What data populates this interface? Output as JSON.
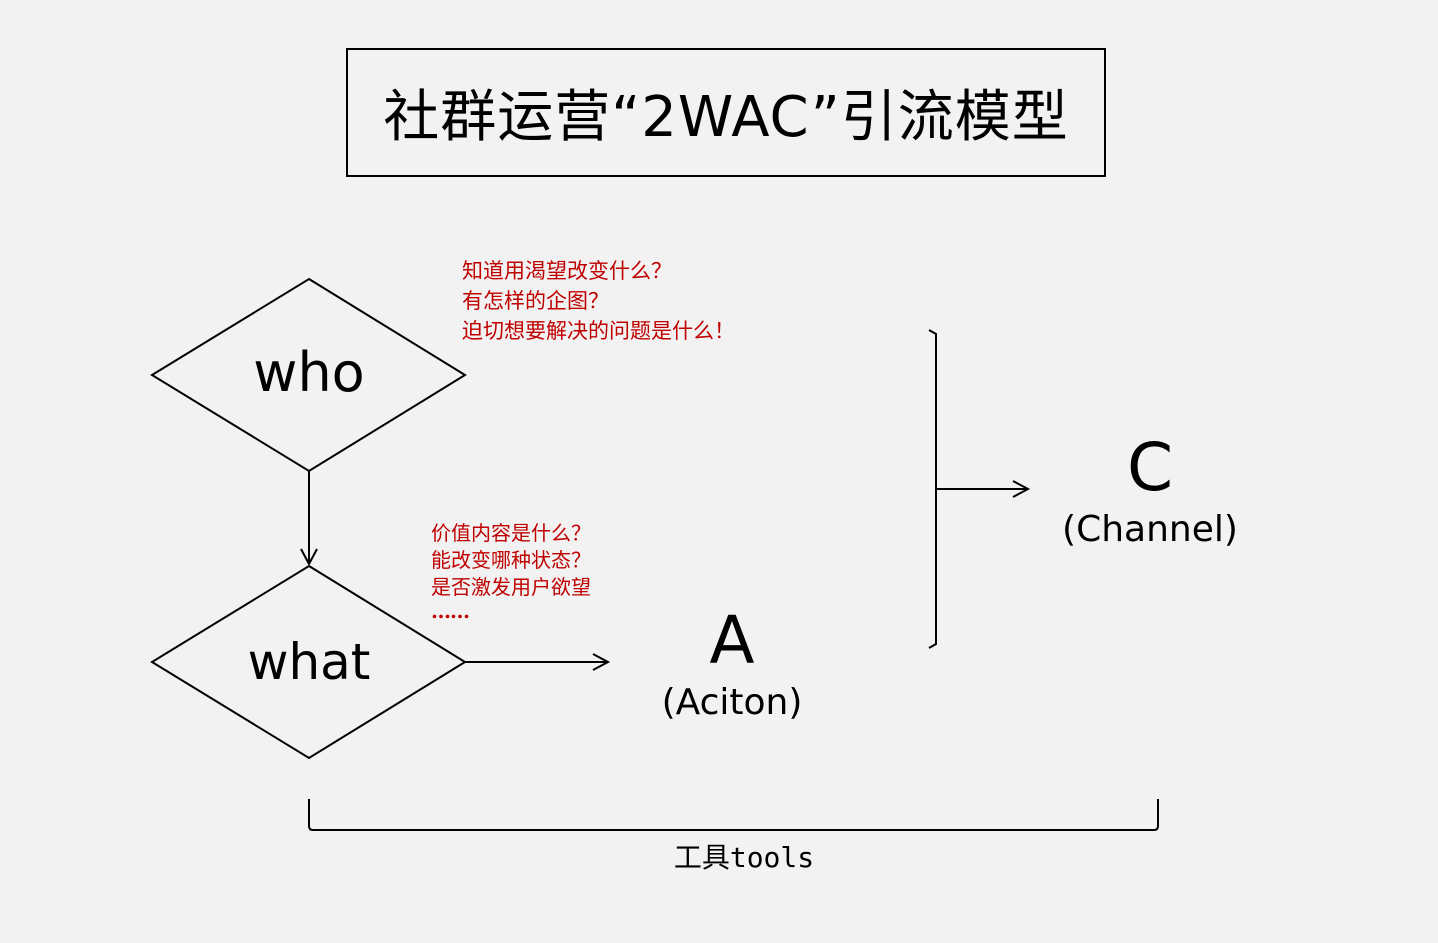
{
  "title": "社群运营“2WAC”引流模型",
  "nodes": {
    "who": "who",
    "what": "what"
  },
  "action": {
    "letter": "A",
    "label": "(Aciton)"
  },
  "channel": {
    "letter": "C",
    "label": "(Channel)"
  },
  "notes": {
    "who": [
      "知道用渴望改变什么？",
      "有怎样的企图？",
      "迫切想要解决的问题是什么！"
    ],
    "what": [
      "价值内容是什么？",
      "能改变哪种状态？",
      "是否激发用户欲望"
    ],
    "what_ellipsis": "……"
  },
  "tools_label": "工具tools",
  "colors": {
    "background": "#f2f2f2",
    "line": "#000000",
    "note_text": "#c00000"
  }
}
